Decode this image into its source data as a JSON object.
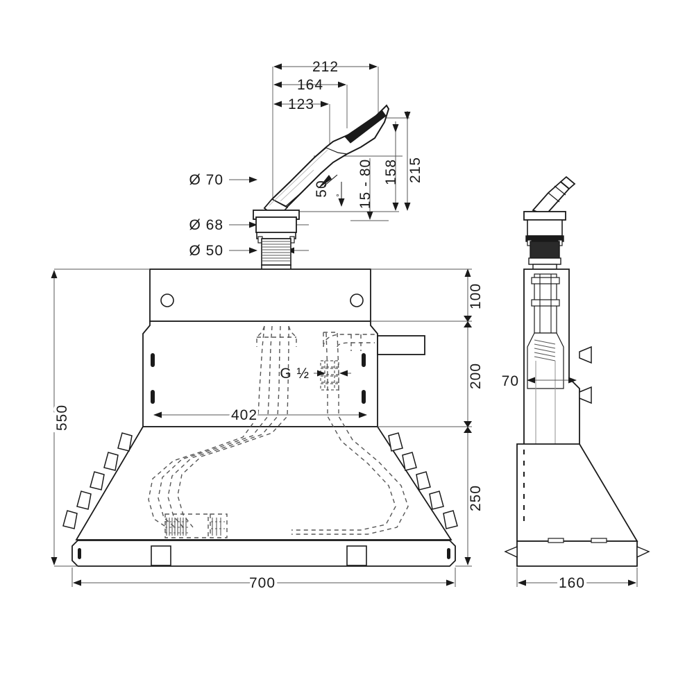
{
  "drawing": {
    "title": "Bath mixer rough-in body technical drawing",
    "type": "technical-dimension-drawing",
    "units": "mm",
    "line_color": "#1a1a1a",
    "dim_line_color": "#555555",
    "hidden_line_color": "#555555",
    "background": "#ffffff"
  },
  "views": {
    "front": {
      "name": "front-elevation"
    },
    "side": {
      "name": "side-elevation"
    }
  },
  "dimensions": {
    "top_horizontal": [
      {
        "name": "dim-212",
        "value": "212"
      },
      {
        "name": "dim-164",
        "value": "164"
      },
      {
        "name": "dim-123",
        "value": "123"
      }
    ],
    "top_vertical": [
      {
        "name": "dim-15-80",
        "value": "15 - 80"
      },
      {
        "name": "dim-158",
        "value": "158"
      },
      {
        "name": "dim-215",
        "value": "215"
      }
    ],
    "angle": {
      "name": "angle-50",
      "value": "50",
      "symbol": "°"
    },
    "diameters": [
      {
        "name": "dia-70",
        "value": "Ø 70"
      },
      {
        "name": "dia-68",
        "value": "Ø 68"
      },
      {
        "name": "dia-50",
        "value": "Ø 50"
      }
    ],
    "left_vertical": {
      "name": "dim-550",
      "value": "550"
    },
    "right_vertical": [
      {
        "name": "dim-100",
        "value": "100"
      },
      {
        "name": "dim-200",
        "value": "200"
      },
      {
        "name": "dim-250",
        "value": "250"
      }
    ],
    "inner_horizontal": {
      "name": "dim-402",
      "value": "402"
    },
    "bottom_horizontal": {
      "name": "dim-700",
      "value": "700"
    },
    "thread": {
      "name": "thread-g-half",
      "value": "G ½"
    },
    "side_horizontal": {
      "name": "dim-70",
      "value": "70"
    },
    "side_bottom": {
      "name": "dim-160",
      "value": "160"
    }
  },
  "chart_data": {
    "type": "table",
    "title": "Bath mixer rough-in body dimensions (mm)",
    "categories": [
      "212",
      "164",
      "123",
      "215",
      "158",
      "15 - 80",
      "50°",
      "Ø 70",
      "Ø 68",
      "Ø 50",
      "550",
      "100",
      "200",
      "250",
      "402",
      "700",
      "G ½",
      "70",
      "160"
    ],
    "values": [
      212,
      164,
      123,
      215,
      158,
      null,
      50,
      70,
      68,
      50,
      550,
      100,
      200,
      250,
      402,
      700,
      null,
      70,
      160
    ]
  }
}
